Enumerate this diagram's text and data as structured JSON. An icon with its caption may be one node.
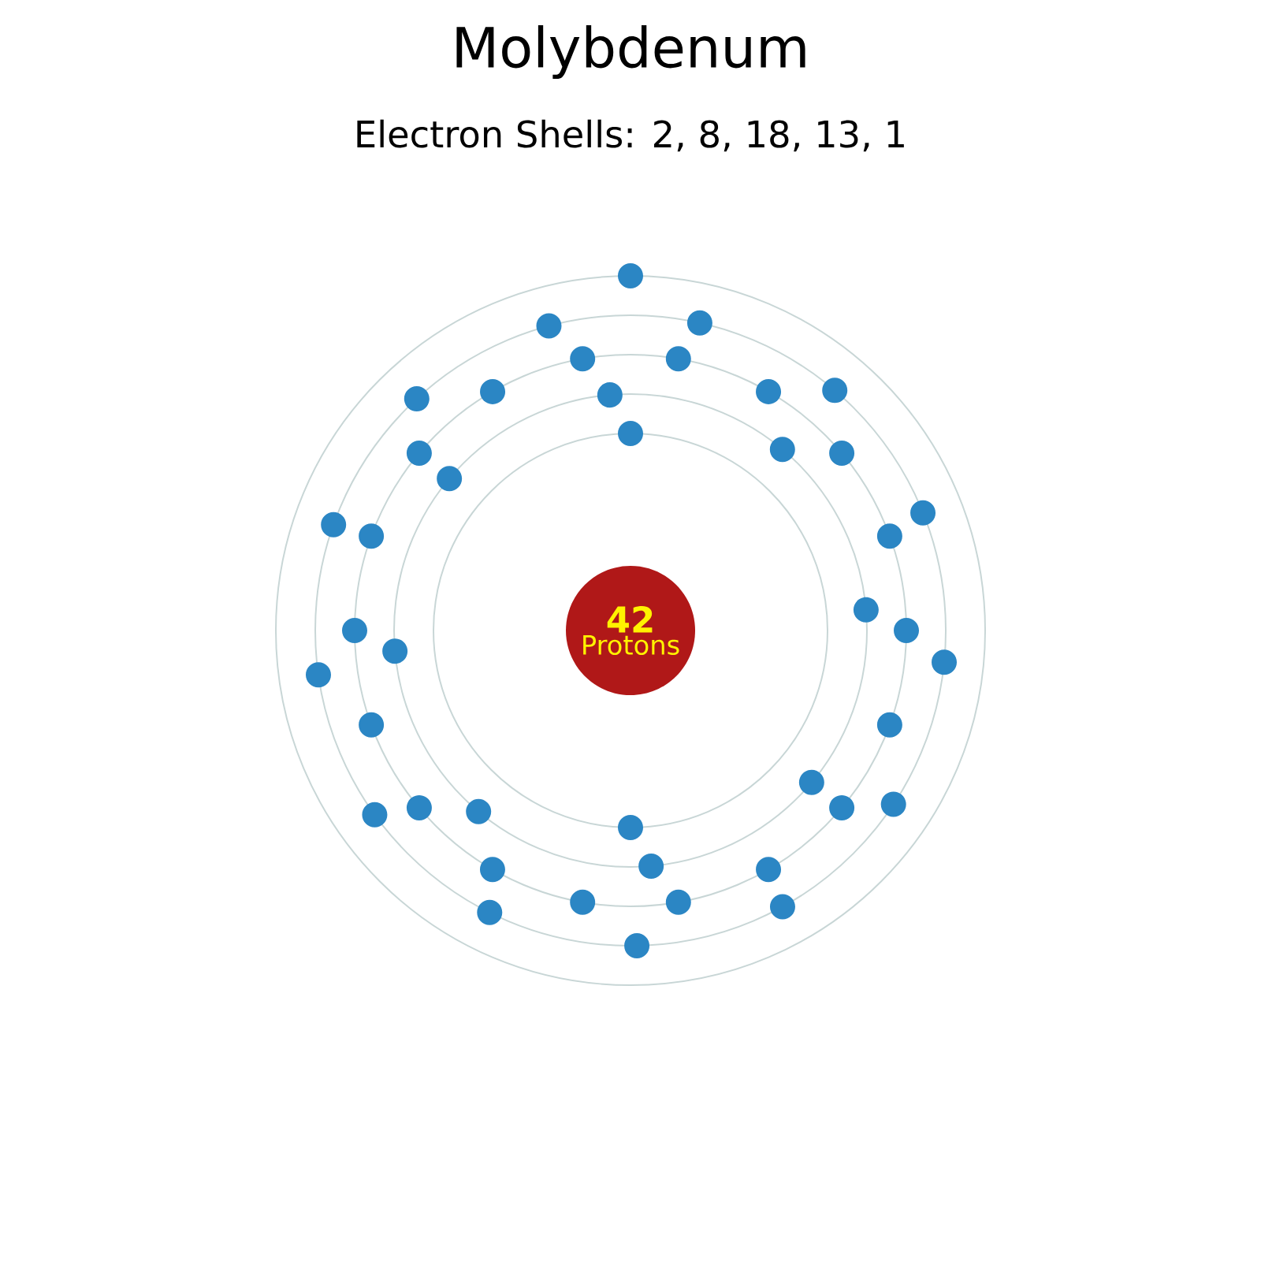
{
  "diagram": {
    "title": "Molybdenum",
    "nodes": [
      {
        "text": [
          "42",
          "Protons"
        ]
      }
    ],
    "labels": [
      "Electron Shells: 2, 8, 18, 13, 1"
    ]
  }
}
